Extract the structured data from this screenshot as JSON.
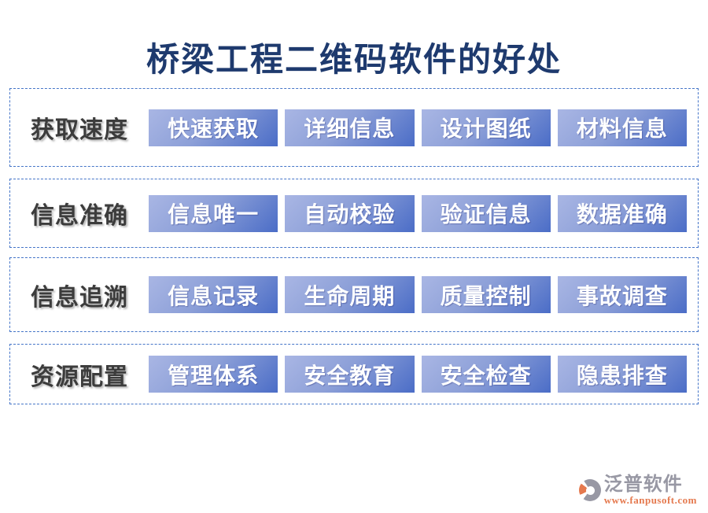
{
  "page": {
    "title": "桥梁工程二维码软件的好处"
  },
  "rows": [
    {
      "label": "获取速度",
      "buttons": [
        "快速获取",
        "详细信息",
        "设计图纸",
        "材料信息"
      ]
    },
    {
      "label": "信息准确",
      "buttons": [
        "信息唯一",
        "自动校验",
        "验证信息",
        "数据准确"
      ]
    },
    {
      "label": "信息追溯",
      "buttons": [
        "信息记录",
        "生命周期",
        "质量控制",
        "事故调查"
      ]
    },
    {
      "label": "资源配置",
      "buttons": [
        "管理体系",
        "安全教育",
        "安全检查",
        "隐患排查"
      ]
    }
  ],
  "footer": {
    "brand": "泛普软件",
    "url": "www.fanpusoft.com",
    "logo_icon": "fanpu-logo"
  },
  "colors": {
    "title": "#1e3a6e",
    "border": "#4575c8",
    "label": "#3c3c3c",
    "button_grad_start": "#a9b6e4",
    "button_grad_end": "#4b6dc7",
    "brand_gray": "#9898a4",
    "brand_orange": "#e5794e"
  }
}
